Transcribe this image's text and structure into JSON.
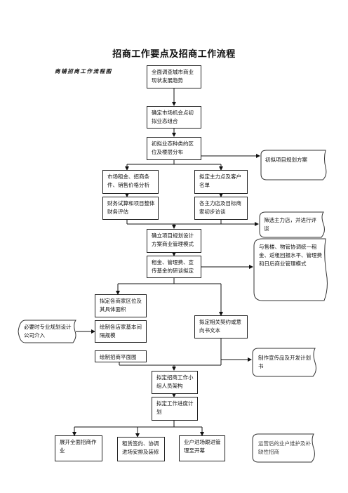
{
  "title": "招商工作要点及招商工作流程",
  "diagram_label": "商铺招商工作流程图",
  "flow": {
    "b1": "全面调查城市商业现状发展趋势",
    "b2": "确定市场机会点初拟业态组合",
    "b3": "初拟业态种类的区位及楼层分布",
    "b4": "市场租金、招商条件、销售价格分析",
    "b5": "拟定主力点及客户名单",
    "b6": "财务试算和项目整体财务评估",
    "b7": "各主力店及目标商家初步访谈",
    "b8": "确立项目规划设计方案商业管理模式",
    "b9": "租金、管理费、宣传基金的研谈拟定",
    "b10": "拟定各商家区位及其具体面积",
    "b11": "绘制各店家基本间隔规模",
    "b12": "绘制招商平面图",
    "b13": "拟定相关契约或意向书文本",
    "b14": "拟定招商工作小组人员架构",
    "b15": "拟定工作进度计划",
    "b16": "展开全面招商作业",
    "b17": "租赁签约、协调进场安排及装修",
    "b18": "业户进场跟进管理至开幕"
  },
  "notes": {
    "n1": "初拟项目规划方案",
    "n2": "筛选主力店，并进行评谈",
    "n3": "与售楼、物管协调统一租金、返租回报水平、管理费和日后商业管理模式",
    "n4": "必要时专业规划设计公司介入",
    "n5": "制作宣传品及开发计划书",
    "n6": "运营后的业户维护及补缺性招商"
  }
}
